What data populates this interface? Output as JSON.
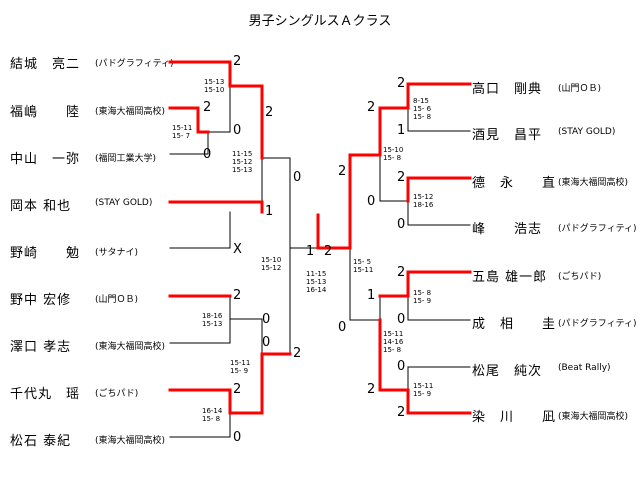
{
  "title": "男子シングルスＡクラス",
  "left_players": [
    {
      "name": "結城　亮二",
      "affiliation": "(パドグラフィティ)"
    },
    {
      "name": "福嶋　　陸",
      "affiliation": "(東海大福岡高校)"
    },
    {
      "name": "中山　一弥",
      "affiliation": "(福岡工業大学)"
    },
    {
      "name": "岡本 和也",
      "affiliation": "(STAY GOLD)"
    },
    {
      "name": "野崎　　勉",
      "affiliation": "(サタナイ)"
    },
    {
      "name": "野中 宏修",
      "affiliation": "(山門ＯＢ)"
    },
    {
      "name": "澤口 孝志",
      "affiliation": "(東海大福岡高校)"
    },
    {
      "name": "千代丸　瑶",
      "affiliation": "(ごちパド)"
    },
    {
      "name": "松石 泰紀",
      "affiliation": "(東海大福岡高校)"
    }
  ],
  "right_players": [
    {
      "name": "高口　剛典",
      "affiliation": "(山門ＯＢ)"
    },
    {
      "name": "酒見　昌平",
      "affiliation": "(STAY GOLD)"
    },
    {
      "name": "德　永　　直",
      "affiliation": "(東海大福岡高校)"
    },
    {
      "name": "峰　　浩志",
      "affiliation": "(パドグラフィティ)"
    },
    {
      "name": "五島 雄一郎",
      "affiliation": "(ごちパド)"
    },
    {
      "name": "成　相　　圭",
      "affiliation": "(パドグラフィティ)"
    },
    {
      "name": "松尾　純次",
      "affiliation": "(Beat Rally)"
    },
    {
      "name": "染　川　　凪",
      "affiliation": "(東海大福岡高校)"
    }
  ],
  "scores": {
    "l1": "2",
    "l2": "2",
    "l3": "0",
    "l4": "0",
    "l5": "2",
    "l6": "0",
    "l7": "1",
    "l8": "X",
    "l9": "2",
    "l10": "0",
    "l11": "2",
    "l12": "0",
    "l13": "2",
    "l14": "0",
    "l15": "1",
    "l16": "2",
    "r1": "2",
    "r2": "1",
    "r3": "2",
    "r4": "0",
    "r5": "2",
    "r6": "0",
    "r7": "2",
    "r8": "0",
    "r9": "2",
    "r10": "0",
    "r11": "1",
    "r12": "0",
    "r13": "2",
    "r14": "0",
    "r15": "2"
  },
  "game_scores": {
    "a": "15-13\n15-10",
    "b": "15-11\n15- 7",
    "c": "11-15\n15-12\n15-13",
    "d": "18-16\n15-13",
    "e": "15-11\n15- 9",
    "f": "16-14\n15- 8",
    "g": "15-10\n15-12",
    "h": "11-15\n15-13\n16-14",
    "i": "8-15\n15- 6\n15- 8",
    "j": "15-10\n15- 8",
    "k": "15-12\n18-16",
    "l": "15- 5\n15-11",
    "m": "15- 8\n15- 9",
    "n": "15-11\n14-16\n15- 8",
    "o": "15-11\n15- 9"
  }
}
